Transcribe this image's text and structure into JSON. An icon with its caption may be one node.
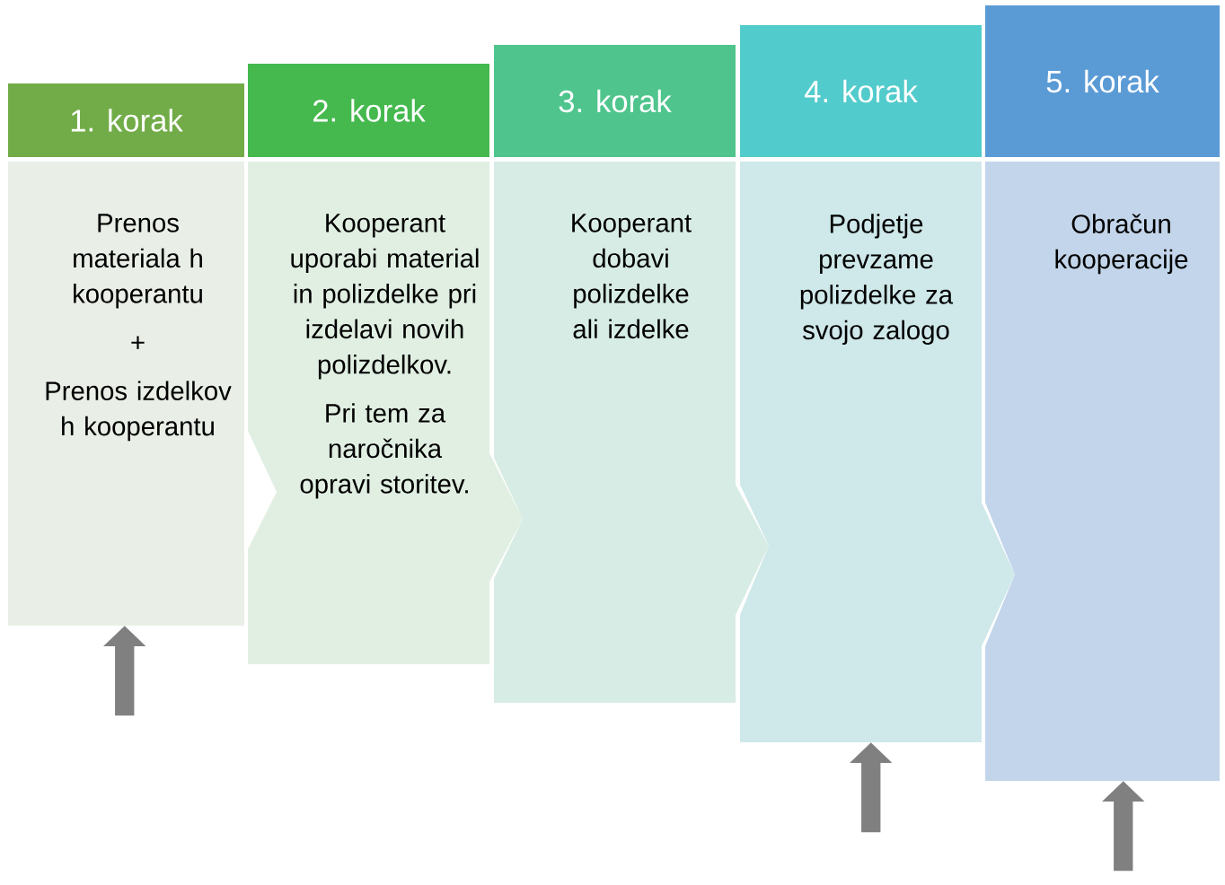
{
  "diagram": {
    "nodes": [
      {
        "text": [
          "1. korak"
        ]
      },
      {
        "text": [
          "Prenos materiala h kooperantu",
          "+",
          "Prenos izdelkov h kooperantu"
        ]
      },
      {
        "text": [
          "2. korak"
        ]
      },
      {
        "text": [
          "Kooperant uporabi material in polizdelke pri izdelavi novih polizdelkov.",
          "Pri tem za naročnika opravi storitev."
        ]
      },
      {
        "text": [
          "3. korak"
        ]
      },
      {
        "text": [
          "Kooperant dobavi polizdelke ali izdelke"
        ]
      },
      {
        "text": [
          "4. korak"
        ]
      },
      {
        "text": [
          "Podjetje prevzame polizdelke za svojo zalogo"
        ]
      },
      {
        "text": [
          "5. korak"
        ]
      },
      {
        "text": [
          "Obračun kooperacije"
        ]
      }
    ],
    "edges": [
      {
        "from": null,
        "to": 1,
        "arrow": "to"
      },
      {
        "from": null,
        "to": 7,
        "arrow": "to"
      },
      {
        "from": null,
        "to": 9,
        "arrow": "to"
      }
    ]
  }
}
